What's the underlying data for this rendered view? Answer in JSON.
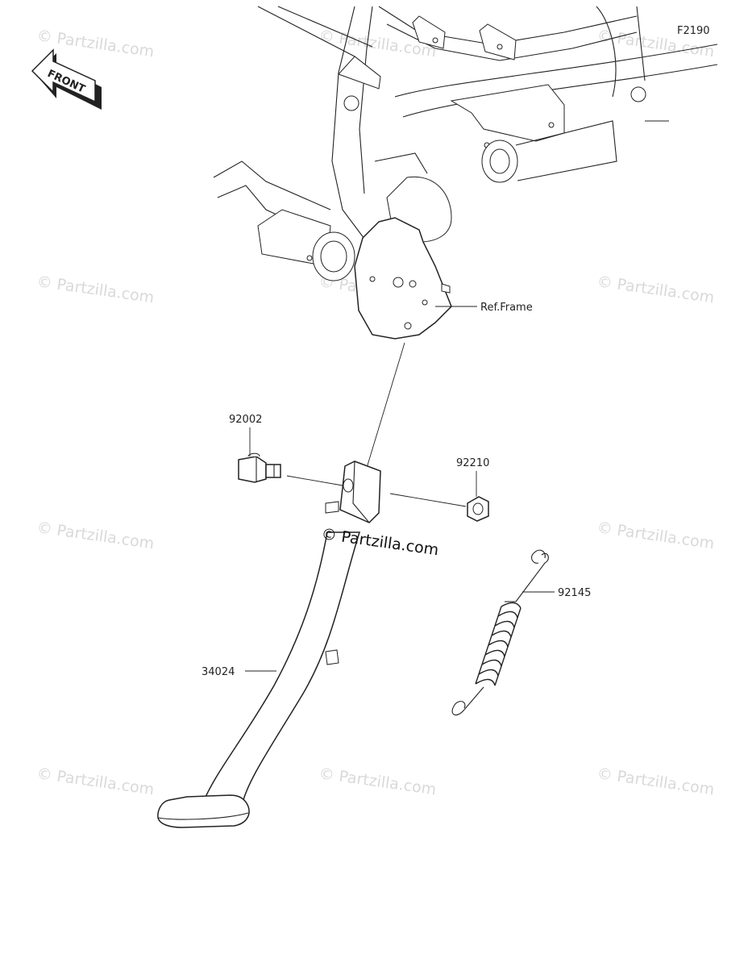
{
  "diagram": {
    "code": "F2190",
    "front_label": "FRONT",
    "ref_frame_label": "Ref.Frame",
    "center_watermark": "© Partzilla.com",
    "watermark_text": "© Partzilla.com",
    "parts": [
      {
        "number": "92002"
      },
      {
        "number": "92210"
      },
      {
        "number": "92145"
      },
      {
        "number": "34024"
      }
    ]
  }
}
